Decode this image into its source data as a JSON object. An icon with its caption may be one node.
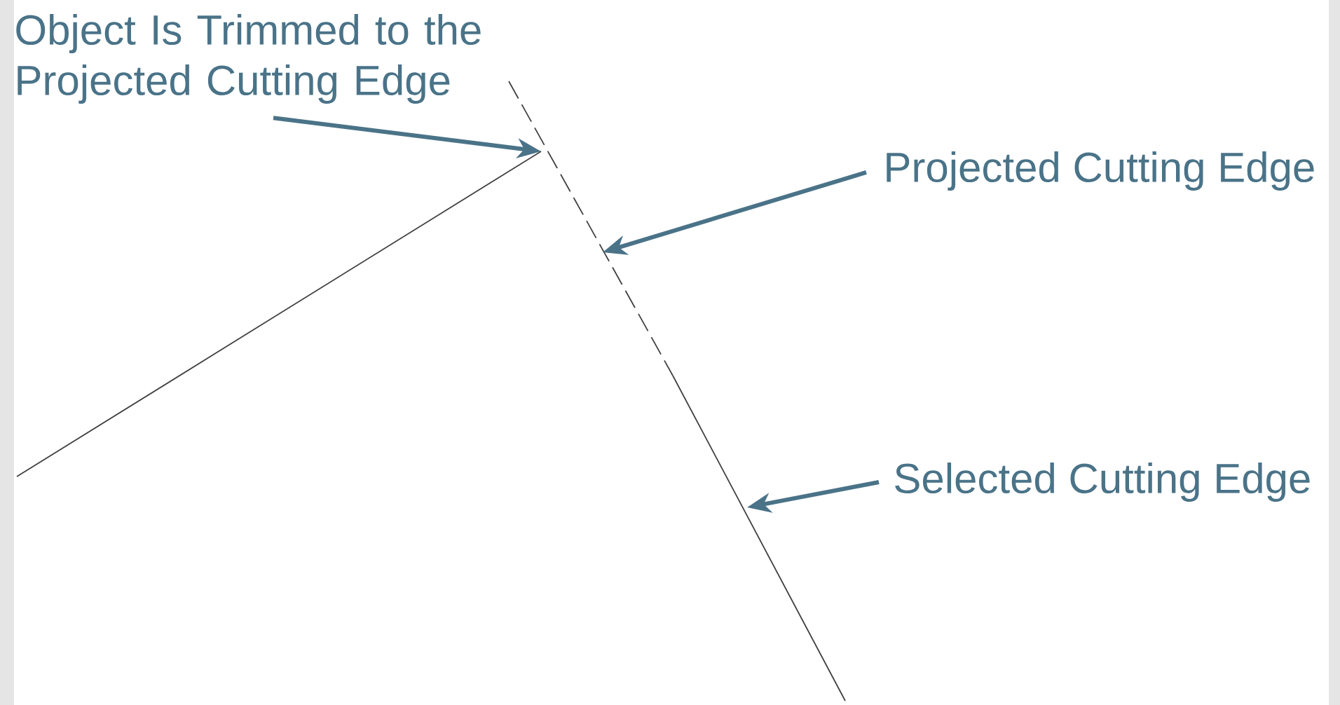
{
  "diagram": {
    "nodes": [
      {
        "text": [
          "Object Is Trimmed to the Projected Cutting Edge"
        ]
      },
      {
        "text": [
          "Projected Cutting Edge"
        ]
      },
      {
        "text": [
          "Selected Cutting Edge"
        ]
      }
    ],
    "edges": [
      {
        "from": 0,
        "to": null,
        "arrow": "to"
      },
      {
        "from": 1,
        "to": null,
        "arrow": "to"
      },
      {
        "from": 2,
        "to": null,
        "arrow": "to"
      }
    ]
  }
}
